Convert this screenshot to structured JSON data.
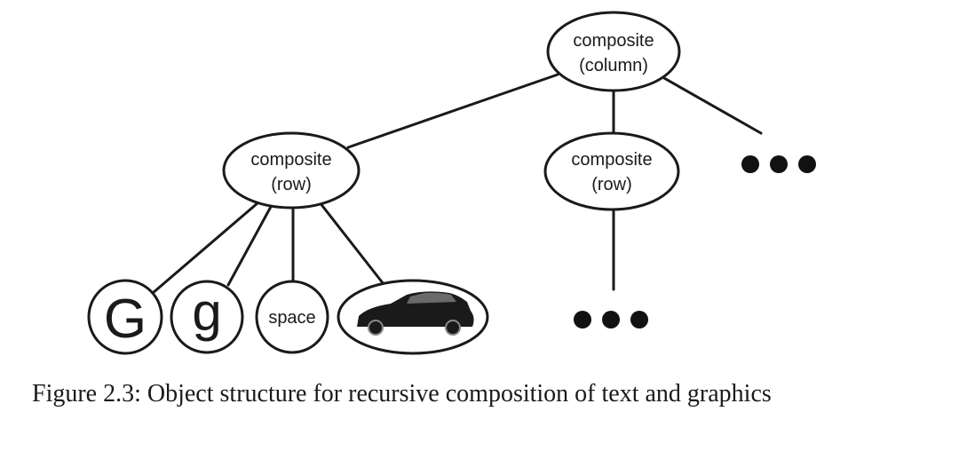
{
  "nodes": {
    "root": {
      "line1": "composite",
      "line2": "(column)"
    },
    "row_left": {
      "line1": "composite",
      "line2": "(row)"
    },
    "row_right": {
      "line1": "composite",
      "line2": "(row)"
    },
    "leaf_G": {
      "text": "G"
    },
    "leaf_g": {
      "text": "g"
    },
    "leaf_space": {
      "text": "space"
    },
    "leaf_car": {
      "icon": "car-icon"
    }
  },
  "caption": "Figure 2.3: Object structure for recursive composition of text and graphics"
}
